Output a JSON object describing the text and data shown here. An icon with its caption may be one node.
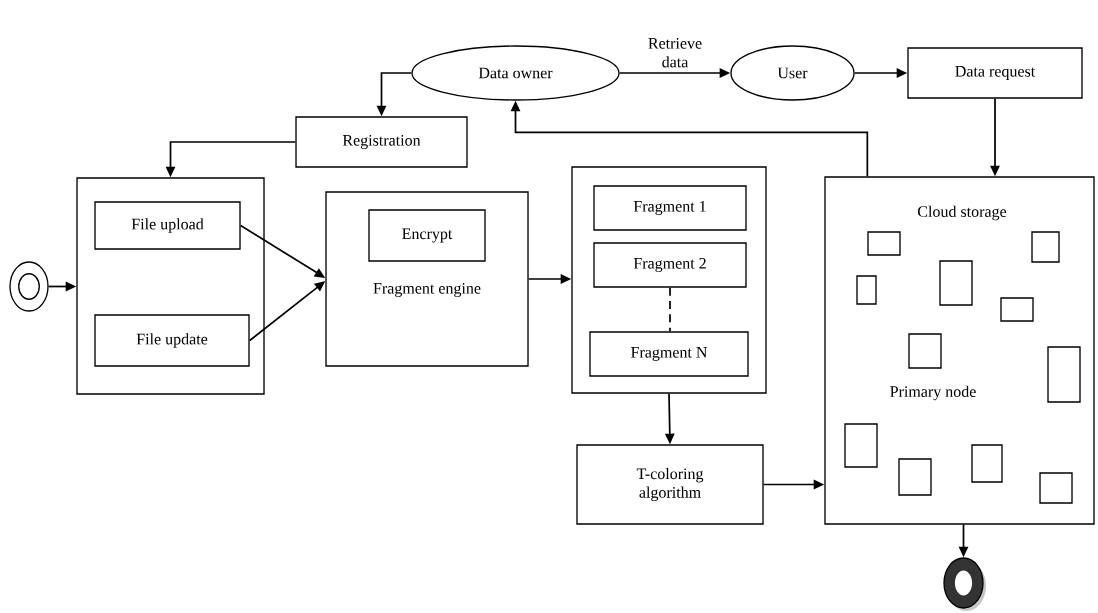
{
  "diagram": {
    "nodes": [
      {
        "text": [
          "Data owner"
        ]
      },
      {
        "text": [
          "User"
        ]
      },
      {
        "text": [
          "Data request"
        ]
      },
      {
        "text": [
          "Registration"
        ]
      },
      {
        "text": [],
        "shape": "circle"
      },
      {
        "text": [],
        "shape": "box"
      },
      {
        "text": [
          "File upload"
        ],
        "in": 5
      },
      {
        "text": [
          "File update"
        ],
        "in": 5
      },
      {
        "text": [
          "Fragment engine"
        ]
      },
      {
        "text": [
          "Encrypt"
        ],
        "in": 8
      },
      {
        "text": [],
        "shape": "box"
      },
      {
        "text": [
          "Fragment 1"
        ],
        "in": 10
      },
      {
        "text": [
          "Fragment 2"
        ],
        "in": 10
      },
      {
        "text": [
          "Fragment N"
        ],
        "in": 10
      },
      {
        "text": [
          "T-coloring algorithm"
        ]
      },
      {
        "text": [
          "Cloud storage",
          "Primary node"
        ]
      },
      {
        "text": [],
        "shape": "box",
        "in": 15
      },
      {
        "text": [],
        "shape": "box",
        "in": 15
      },
      {
        "text": [],
        "shape": "box",
        "in": 15
      },
      {
        "text": [],
        "shape": "box",
        "in": 15
      },
      {
        "text": [],
        "shape": "box",
        "in": 15
      },
      {
        "text": [],
        "shape": "box",
        "in": 15
      },
      {
        "text": [],
        "shape": "box",
        "in": 15
      },
      {
        "text": [],
        "shape": "box",
        "in": 15
      },
      {
        "text": [],
        "shape": "box",
        "in": 15
      },
      {
        "text": [],
        "shape": "box",
        "in": 15
      },
      {
        "text": [],
        "shape": "box",
        "in": 15
      },
      {
        "text": [],
        "shape": "circle"
      }
    ],
    "edges": [
      {
        "from": 0,
        "to": 3,
        "arrow": "to"
      },
      {
        "from": 3,
        "to": 5,
        "arrow": "to"
      },
      {
        "from": 4,
        "to": 5,
        "arrow": "to"
      },
      {
        "from": 6,
        "to": 8,
        "arrow": "to"
      },
      {
        "from": 7,
        "to": 8,
        "arrow": "to"
      },
      {
        "from": 8,
        "to": 10,
        "arrow": "to"
      },
      {
        "from": 12,
        "to": 13,
        "arrow": "none",
        "style": "dashed"
      },
      {
        "from": 10,
        "to": 14,
        "arrow": "to"
      },
      {
        "from": 14,
        "to": 15,
        "arrow": "to"
      },
      {
        "from": 0,
        "to": 1,
        "arrow": "to",
        "label": "Retrieve data"
      },
      {
        "from": 1,
        "to": 2,
        "arrow": "to"
      },
      {
        "from": 2,
        "to": 15,
        "arrow": "to"
      },
      {
        "from": 15,
        "to": 0,
        "arrow": "to"
      },
      {
        "from": 15,
        "to": 27,
        "arrow": "to"
      }
    ]
  }
}
